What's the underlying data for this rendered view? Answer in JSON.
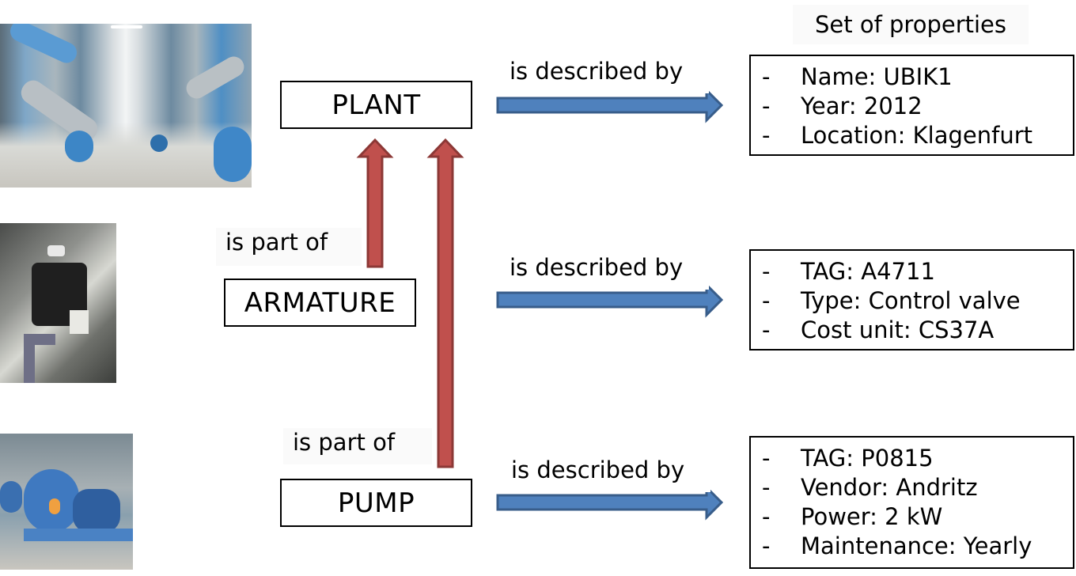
{
  "header": {
    "title": "Set of properties"
  },
  "images": [
    {
      "name": "plant-photo",
      "depicts": "Industrial plant hall with blue pumps and steel pipes"
    },
    {
      "name": "armature-photo",
      "depicts": "Control valve armature"
    },
    {
      "name": "pump-photo",
      "depicts": "Blue centrifugal pump"
    }
  ],
  "nodes": {
    "plant": {
      "label": "PLANT"
    },
    "armature": {
      "label": "ARMATURE"
    },
    "pump": {
      "label": "PUMP"
    }
  },
  "relations": {
    "armature_part_of": "is part of",
    "pump_part_of": "is part of",
    "plant_described_by": "is described by",
    "armature_described_by": "is described by",
    "pump_described_by": "is described by"
  },
  "properties": {
    "plant": [
      {
        "bullet": "-",
        "text": "Name: UBIK1"
      },
      {
        "bullet": "-",
        "text": "Year: 2012"
      },
      {
        "bullet": "-",
        "text": "Location: Klagenfurt"
      }
    ],
    "armature": [
      {
        "bullet": "-",
        "text": "TAG: A4711"
      },
      {
        "bullet": "-",
        "text": "Type: Control valve"
      },
      {
        "bullet": "-",
        "text": "Cost unit: CS37A"
      }
    ],
    "pump": [
      {
        "bullet": "-",
        "text": "TAG: P0815"
      },
      {
        "bullet": "-",
        "text": "Vendor: Andritz"
      },
      {
        "bullet": "-",
        "text": "Power: 2 kW"
      },
      {
        "bullet": "-",
        "text": "Maintenance: Yearly"
      }
    ]
  },
  "colors": {
    "part_of_arrow_fill": "#c0504d",
    "part_of_arrow_stroke": "#8c3836",
    "described_by_arrow_fill": "#4f81bd",
    "described_by_arrow_stroke": "#385d8a"
  }
}
